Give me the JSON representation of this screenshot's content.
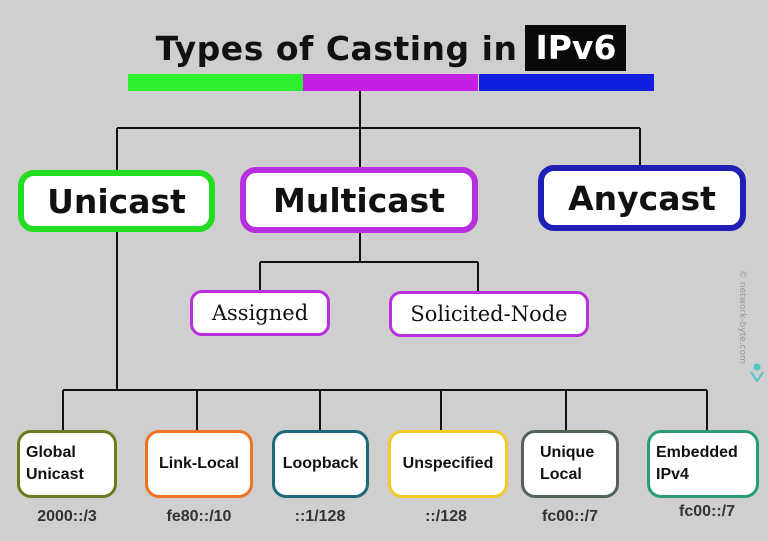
{
  "title": {
    "main": "Types of Casting in",
    "highlight": "IPv6"
  },
  "title_bar_colors": [
    "#2ef02e",
    "#c41fe6",
    "#0f1fe0"
  ],
  "categories": [
    {
      "label": "Unicast",
      "border": "#22dd22"
    },
    {
      "label": "Multicast",
      "border": "#b82fdd"
    },
    {
      "label": "Anycast",
      "border": "#1f1fb8"
    }
  ],
  "multicast_types": [
    {
      "label": "Assigned",
      "border": "#b82fdd"
    },
    {
      "label": "Solicited-Node",
      "border": "#b82fdd"
    }
  ],
  "unicast_types": [
    {
      "label": "Global Unicast",
      "prefix": "2000::/3",
      "border": "#6e7a1e"
    },
    {
      "label": "Link-Local",
      "prefix": "fe80::/10",
      "border": "#f07322"
    },
    {
      "label": "Loopback",
      "prefix": "::1/128",
      "border": "#1e6a7a"
    },
    {
      "label": "Unspecified",
      "prefix": "::/128",
      "border": "#f0cc24"
    },
    {
      "label": "Unique Local",
      "prefix": "fc00::/7",
      "border": "#526456"
    },
    {
      "label": "Embedded IPv4",
      "prefix": "fc00::/7",
      "border": "#2a9d76"
    }
  ],
  "watermark": "© network-byte.com"
}
